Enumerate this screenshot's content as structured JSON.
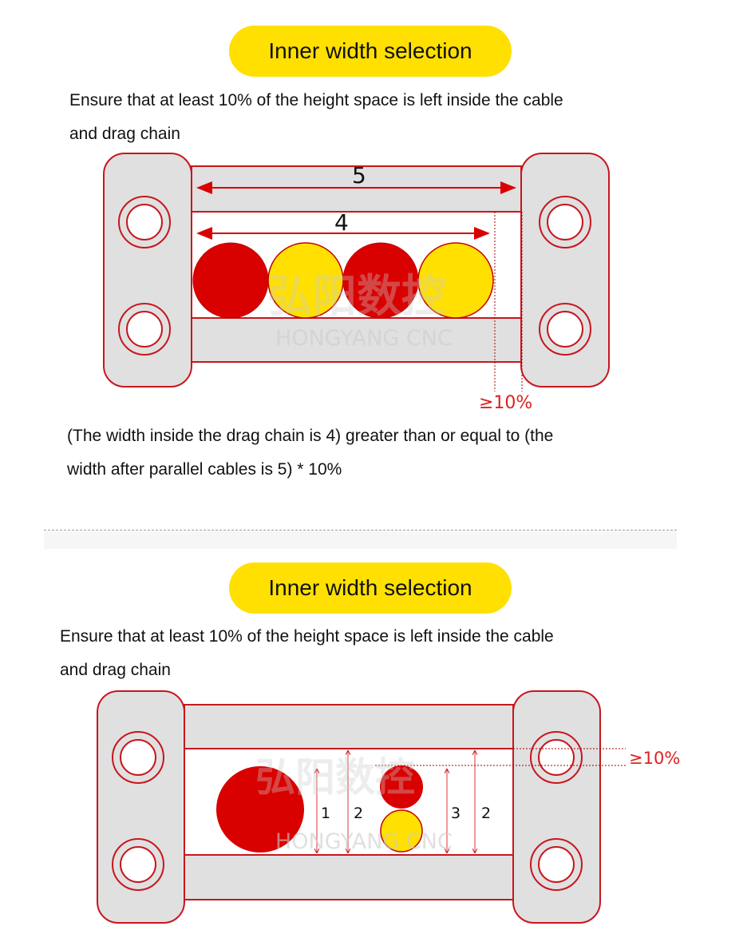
{
  "section1": {
    "title": "Inner width selection",
    "intro_line1": "Ensure that at least 10% of the height space is left inside the cable",
    "intro_line2": "and drag chain",
    "diagram": {
      "outer_label": "5",
      "inner_label": "4",
      "margin_label": "≥10%",
      "watermark_cn": "弘阳数控",
      "watermark_en": "HONGYANG CNC"
    },
    "caption_line1": "(The width inside the drag chain is 4) greater than or equal to (the",
    "caption_line2": "width after parallel cables is 5) * 10%"
  },
  "section2": {
    "title": "Inner width selection",
    "intro_line1": "Ensure that at least 10% of the height space is left inside the cable",
    "intro_line2": "and drag chain",
    "diagram": {
      "labels": [
        "1",
        "2",
        "3",
        "2"
      ],
      "margin_label": "≥10%",
      "watermark_cn": "弘阳数控",
      "watermark_en": "HONGYANG CNC"
    }
  },
  "colors": {
    "accent": "#FFE000",
    "red": "#D90000",
    "outline": "#C8161D",
    "gray": "#E0E0E0"
  }
}
